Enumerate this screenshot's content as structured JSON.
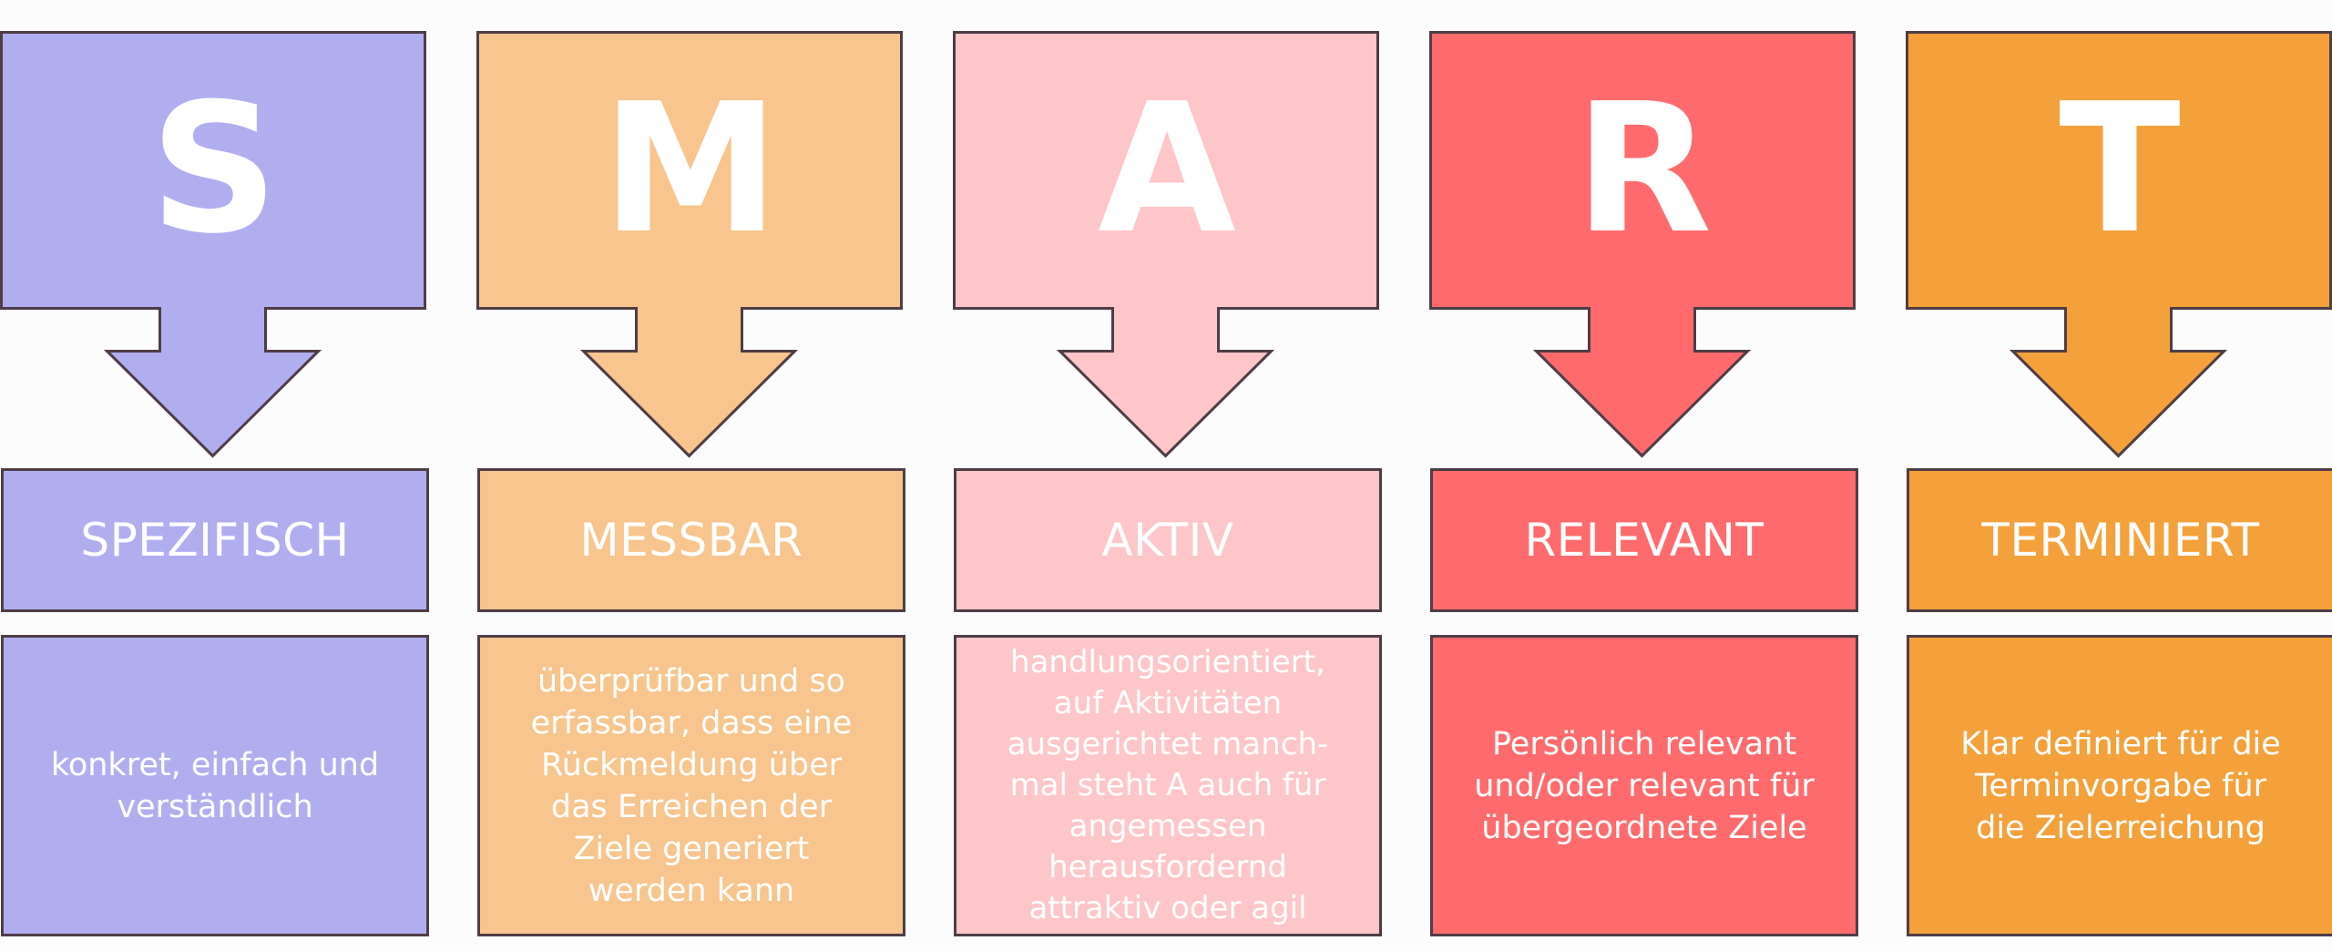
{
  "smart": {
    "items": [
      {
        "letter": "S",
        "title": "SPEZIFISCH",
        "description": "konkret, einfach und\nverständlich",
        "color": "#b1aef0"
      },
      {
        "letter": "M",
        "title": "MESSBAR",
        "description": "überprüfbar und so\nerfassbar, dass eine\nRückmeldung über\ndas Erreichen der\nZiele generiert\nwerden kann",
        "color": "#f7c58d"
      },
      {
        "letter": "A",
        "title": "AKTIV",
        "description": "handlungsorientiert,\nauf Aktivitäten\nausgerichtet manch-\nmal steht A auch für\nangemessen\nherausfordernd\nattraktiv oder agil",
        "color": "#fec6c8"
      },
      {
        "letter": "R",
        "title": "RELEVANT",
        "description": "Persönlich relevant\nund/oder relevant für\nübergeordnete Ziele",
        "color": "#ff6b6c"
      },
      {
        "letter": "T",
        "title": "TERMINIERT",
        "description": "Klar definiert für die\nTerminvorgabe für\ndie Zielerreichung",
        "color": "#f4a13b"
      }
    ]
  }
}
